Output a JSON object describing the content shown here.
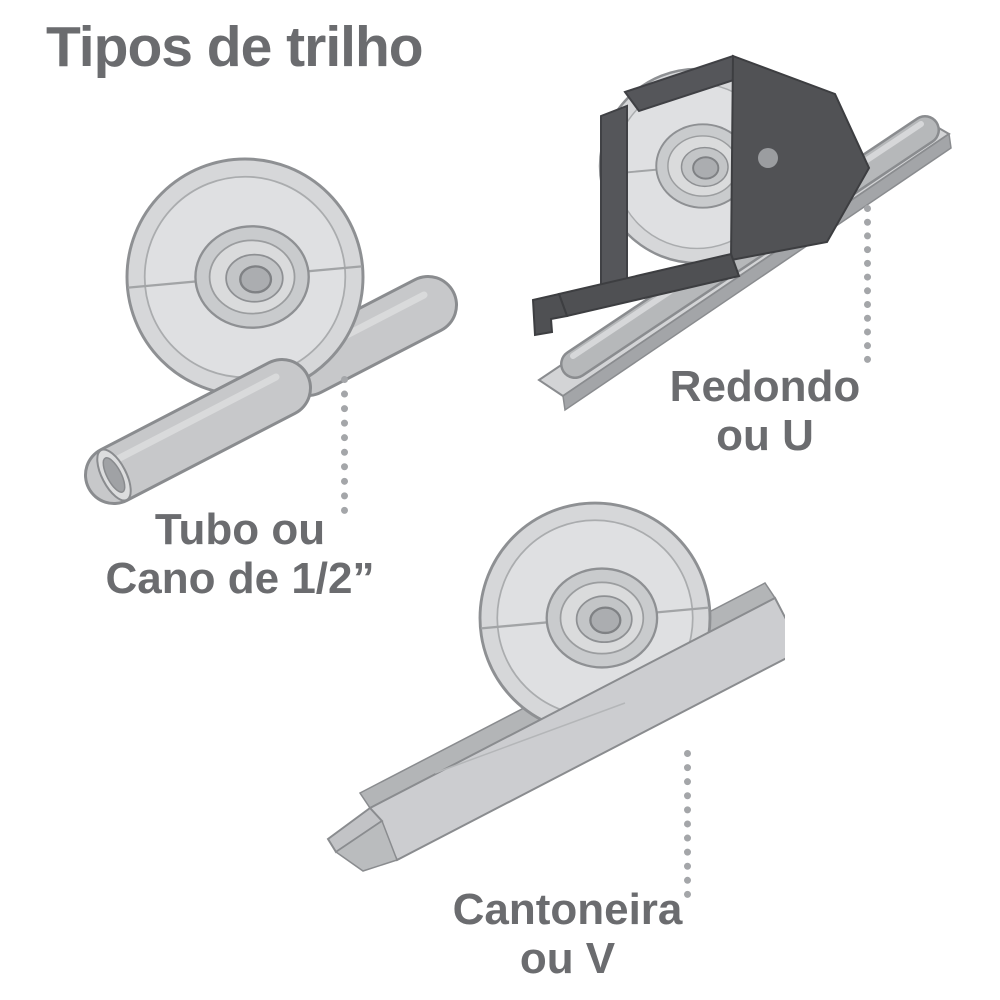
{
  "page": {
    "title": "Tipos de trilho"
  },
  "labels": {
    "tubo": {
      "line1": "Tubo ou",
      "line2": "Cano de 1/2”"
    },
    "redondo": {
      "line1": "Redondo",
      "line2": "ou U"
    },
    "cantoneira": {
      "line1": "Cantoneira",
      "line2": "ou V"
    }
  },
  "illustrations": [
    {
      "name": "wheel-on-tube-illustration"
    },
    {
      "name": "wheel-on-round-rail-illustration"
    },
    {
      "name": "wheel-on-angle-rail-illustration"
    }
  ],
  "colors": {
    "text": "#6b6c6f",
    "wheel_light": "#d6d7d9",
    "wheel_shadow": "#abadb0",
    "outline": "#8a8c8f",
    "bracket_dark": "#515255",
    "leader_dots": "#a4a6a9",
    "background": "#ffffff"
  }
}
